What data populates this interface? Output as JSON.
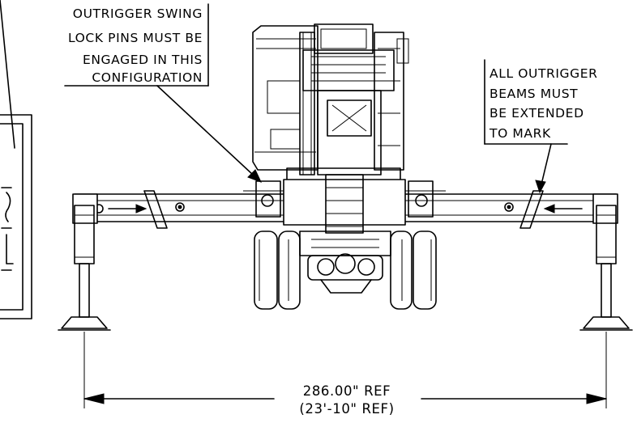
{
  "callouts": {
    "swing_lock": {
      "lines": [
        "OUTRIGGER SWING",
        "LOCK PINS MUST BE",
        "ENGAGED IN THIS",
        "CONFIGURATION"
      ]
    },
    "beams_extended": {
      "lines": [
        "ALL OUTRIGGER",
        "BEAMS MUST",
        "BE EXTENDED",
        "TO MARK"
      ]
    }
  },
  "dimension": {
    "value": "286.00\" REF",
    "converted": "(23'-10\" REF)"
  },
  "colors": {
    "ink": "#000000",
    "paper": "#ffffff"
  }
}
